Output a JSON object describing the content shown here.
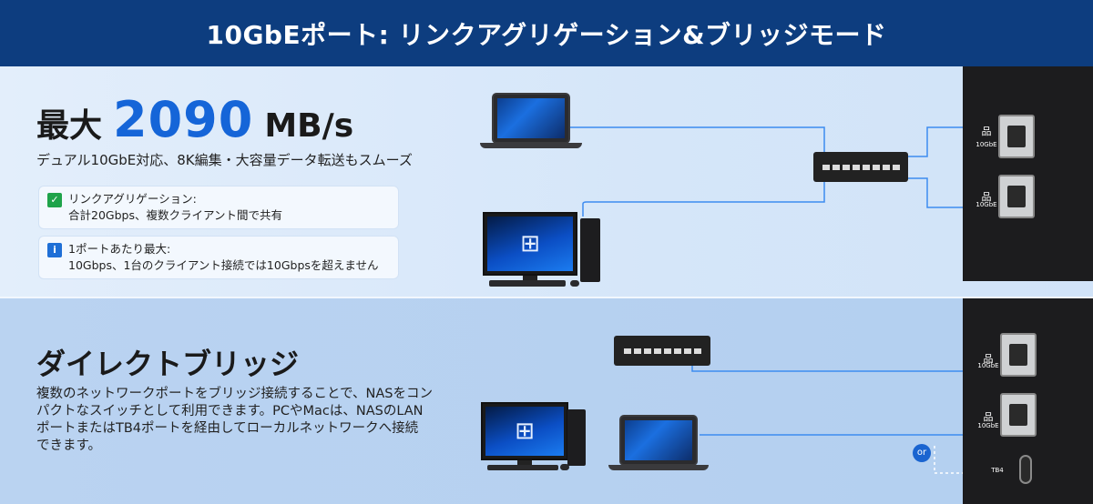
{
  "header": {
    "title": "10GbEポート: リンクアグリゲーション&ブリッジモード"
  },
  "section1": {
    "title_prefix": "最大",
    "title_number": "2090",
    "title_unit": "MB/s",
    "subtitle": "デュアル10GbE対応、8K編集・大容量データ転送もスムーズ",
    "box1": {
      "line1": "リンクアグリゲーション:",
      "line2": "合計20Gbps、複数クライアント間で共有",
      "icon": "check-icon"
    },
    "box2": {
      "line1": "1ポートあたり最大:",
      "line2": "10Gbps、1台のクライアント接続では10Gbpsを超えません",
      "icon": "info-icon"
    }
  },
  "section2": {
    "title": "ダイレクトブリッジ",
    "desc_lines": [
      "複数のネットワークポートをブリッジ接続することで、NASをコン",
      "パクトなスイッチとして利用できます。PCやMacは、NASのLAN",
      "ポートまたはTB4ポートを経由してローカルネットワークへ接続",
      "できます。"
    ]
  },
  "nas": {
    "port_label": "10GbE",
    "tb4_label": "TB4",
    "or_label": "or"
  },
  "colors": {
    "header_bg": "#0d3d7f",
    "accent": "#1565d8",
    "wire": "#3d8cf0"
  }
}
